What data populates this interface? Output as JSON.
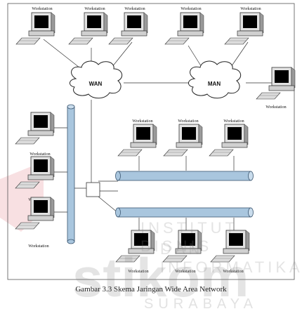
{
  "diagram": {
    "caption": "Gambar 3.3 Skema Jaringan Wide Area Network",
    "cloud_wan": "WAN",
    "cloud_man": "MAN",
    "workstation_label": "Workstation",
    "watermark": {
      "line1": "INSTITUT BISNIS",
      "line2": "DAN INFORMATIKA",
      "main": "stikom",
      "city": "SURABAYA"
    },
    "colors": {
      "pipe": "#a9c6de",
      "pipe_edge": "#3b5670",
      "watermark_red": "#d9545d",
      "border": "#555555"
    }
  }
}
